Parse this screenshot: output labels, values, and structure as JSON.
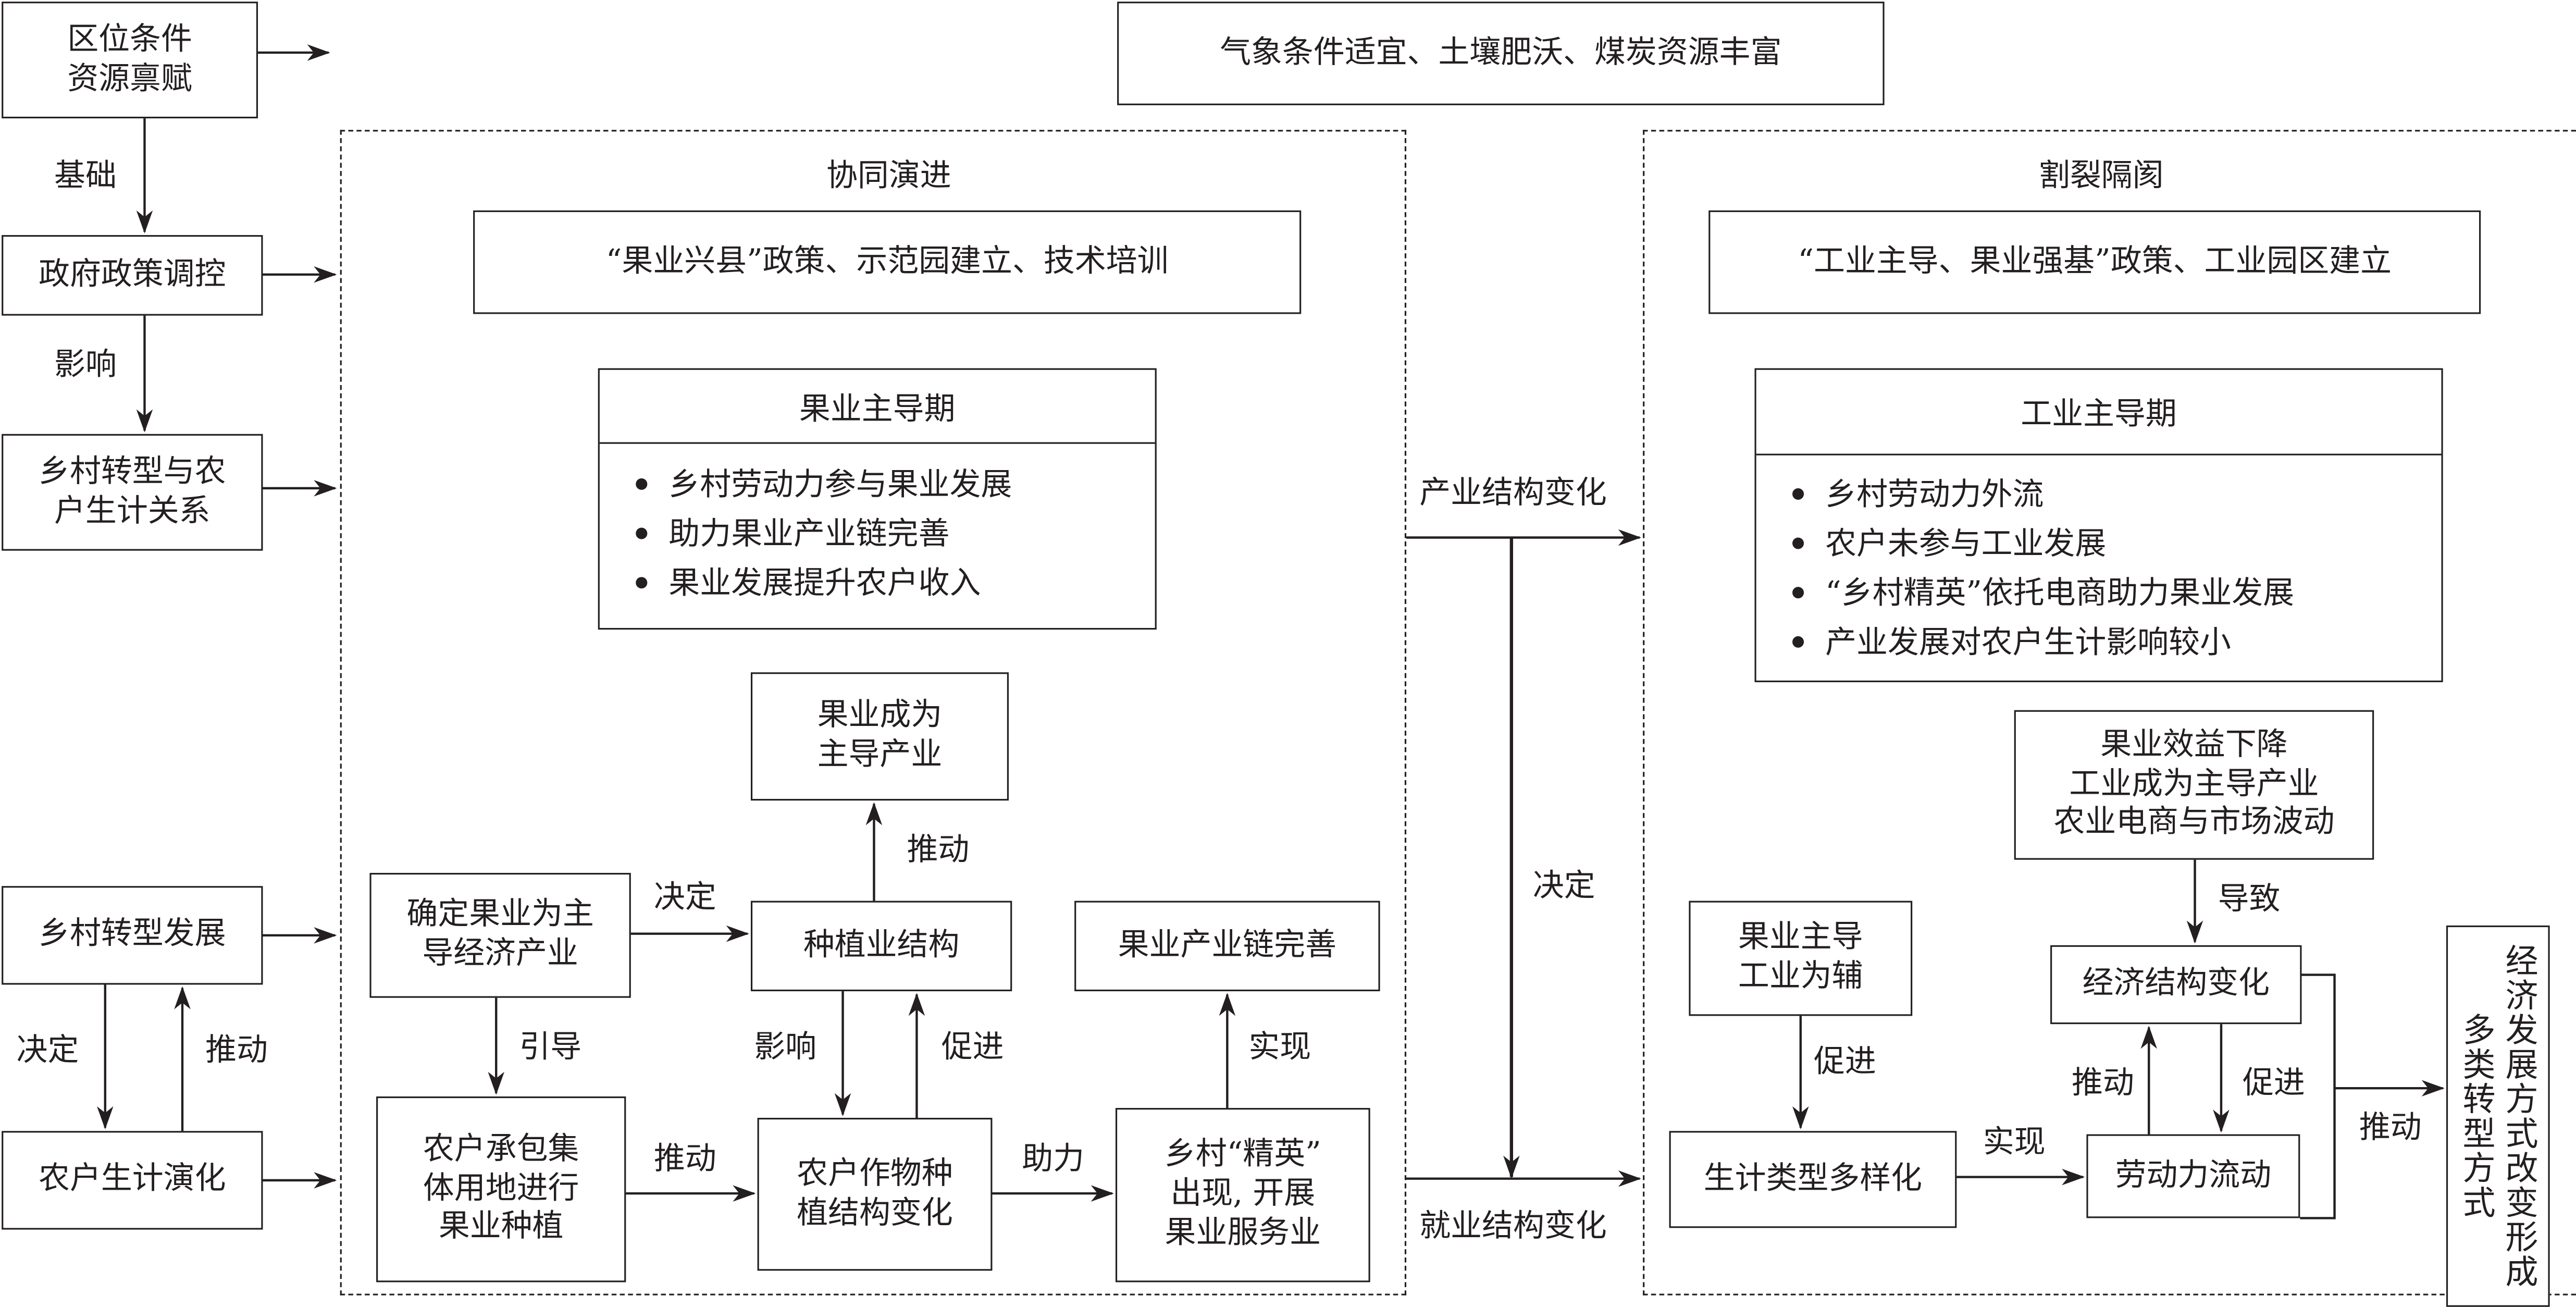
{
  "left_column": {
    "location_resources": "区位条件\n资源禀赋",
    "label_basis": "基础",
    "gov_policy": "政府政策调控",
    "label_influence": "影响",
    "relationship": "乡村转型与农\n户生计关系",
    "rural_transform": "乡村转型发展",
    "label_decide": "决定",
    "label_push": "推动",
    "livelihood_evolution": "农户生计演化"
  },
  "top_box": "气象条件适宜、土壤肥沃、煤炭资源丰富",
  "synergy_panel": {
    "title": "协同演进",
    "policy": "“果业兴县”政策、示范园建立、技术培训",
    "period_title": "果业主导期",
    "period_items": [
      "乡村劳动力参与果业发展",
      "助力果业产业链完善",
      "果业发展提升农户收入"
    ],
    "fruit_dominant": "果业成为\n主导产业",
    "label_push_up": "推动",
    "decide_fruit": "确定果业为主\n导经济产业",
    "label_decide": "决定",
    "planting_structure": "种植业结构",
    "chain_complete": "果业产业链完善",
    "label_guide": "引导",
    "label_influence": "影响",
    "label_promote": "促进",
    "label_realize": "实现",
    "contract_land": "农户承包集\n体用地进行\n果业种植",
    "label_push": "推动",
    "crop_change": "农户作物种\n植结构变化",
    "label_assist": "助力",
    "elite_services": "乡村“精英”\n出现, 开展\n果业服务业"
  },
  "middle_connector": {
    "industry_change": "产业结构变化",
    "label_decide": "决定",
    "employment_change": "就业结构变化"
  },
  "split_panel": {
    "title": "割裂隔阂",
    "policy": "“工业主导、果业强基”政策、工业园区建立",
    "period_title": "工业主导期",
    "period_items": [
      "乡村劳动力外流",
      "农户未参与工业发展",
      "“乡村精英”依托电商助力果业发展",
      "产业发展对农户生计影响较小"
    ],
    "decline_box": "果业效益下降\n工业成为主导产业\n农业电商与市场波动",
    "label_lead": "导致",
    "fruit_main_industry_aux": "果业主导\n工业为辅",
    "label_promote_left": "促进",
    "economic_structure": "经济结构变化",
    "label_push_up": "推动",
    "label_promote_down": "促进",
    "livelihood_diverse": "生计类型多样化",
    "label_realize": "实现",
    "labor_flow": "劳动力流动",
    "label_push_right": "推动",
    "outcome_vertical": "经济发展方式改变形成多类转型方式"
  }
}
